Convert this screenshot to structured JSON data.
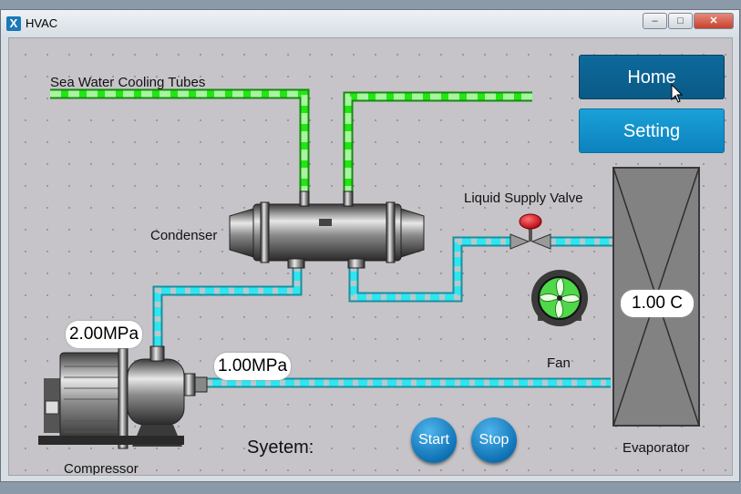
{
  "window": {
    "title": "HVAC",
    "app_icon": "X",
    "controls": {
      "minimize": "–",
      "maximize": "□",
      "close": "✕"
    }
  },
  "nav": {
    "home_label": "Home",
    "setting_label": "Setting"
  },
  "labels": {
    "sea_water": "Sea Water Cooling Tubes",
    "condenser": "Condenser",
    "valve": "Liquid Supply Valve",
    "fan": "Fan",
    "compressor": "Compressor",
    "evaporator": "Evaporator",
    "system": "Syetem:"
  },
  "readings": {
    "discharge_pressure": "2.00MPa",
    "suction_pressure": "1.00MPa",
    "evaporator_temp": "1.00 C"
  },
  "controls": {
    "start_label": "Start",
    "stop_label": "Stop"
  },
  "colors": {
    "cooling_water": "#22e614",
    "refrigerant": "#2ee6f0",
    "nav_dark": "#0a5a86",
    "nav_light": "#0d82bd",
    "valve": "#e0101a"
  },
  "icons": [
    "app-icon",
    "cursor-icon",
    "fan-icon",
    "valve-icon"
  ]
}
